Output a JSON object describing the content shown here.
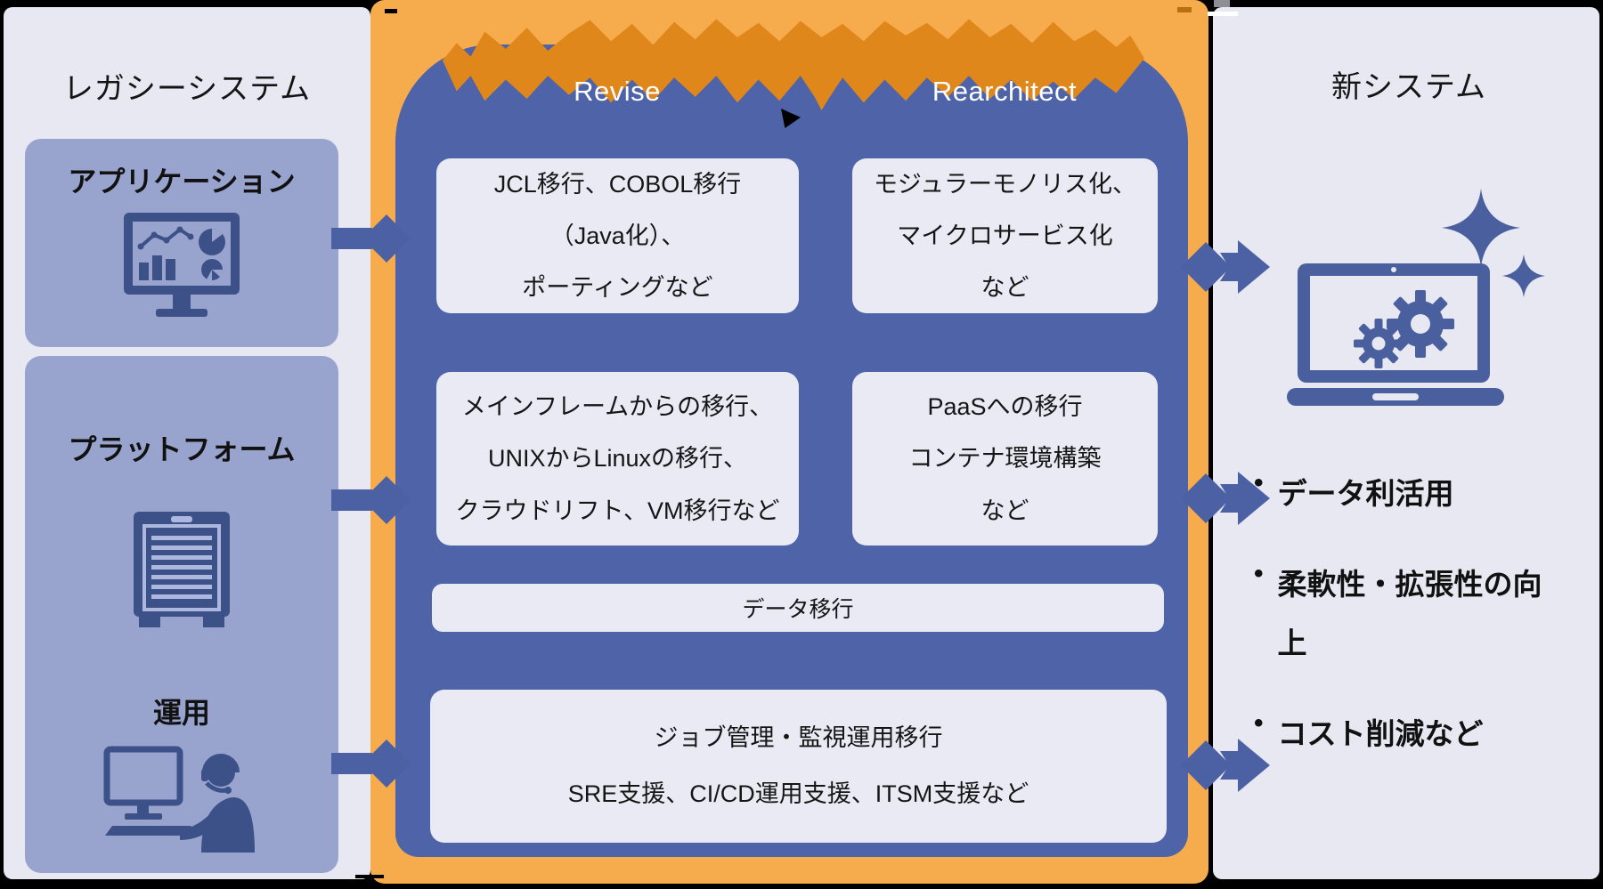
{
  "legacy": {
    "title": "レガシーシステム",
    "boxes": [
      {
        "label": "アプリケーション",
        "icon": "dashboard-monitor-icon"
      },
      {
        "label": "プラットフォーム",
        "icon": "server-rack-icon"
      },
      {
        "label": "運用",
        "icon": "operator-headset-icon"
      }
    ]
  },
  "center": {
    "columns": [
      {
        "header": "Revise",
        "boxes": [
          {
            "lines": [
              "JCL移行、COBOL移行",
              "（Java化）、",
              "ポーティングなど"
            ]
          },
          {
            "lines": [
              "メインフレームからの移行、",
              "UNIXからLinuxの移行、",
              "クラウドリフト、VM移行など"
            ]
          }
        ]
      },
      {
        "header": "Rearchitect",
        "boxes": [
          {
            "lines": [
              "モジュラーモノリス化、",
              "マイクロサービス化",
              "など"
            ]
          },
          {
            "lines": [
              "PaaSへの移行",
              "コンテナ環境構築",
              "など"
            ]
          }
        ]
      }
    ],
    "data_migration_label": "データ移行",
    "operations_lines": [
      "ジョブ管理・監視運用移行",
      "SRE支援、CI/CD運用支援、ITSM支援など"
    ]
  },
  "new_system": {
    "title": "新システム",
    "benefits": [
      "データ利活用",
      "柔軟性・拡張性の向上",
      "コスト削減など"
    ],
    "bullet_char": "・"
  },
  "colors": {
    "background_panel": "#e8e8f3",
    "legacy_box": "#99a4ce",
    "icon_navy": "#3d5189",
    "center_blue": "#4e63a8",
    "white_box": "#eaeaf5",
    "frame_orange": "#f6ac4d",
    "ribbon_dark_orange": "#e0871b",
    "arrow_blue": "#4c61a4"
  }
}
